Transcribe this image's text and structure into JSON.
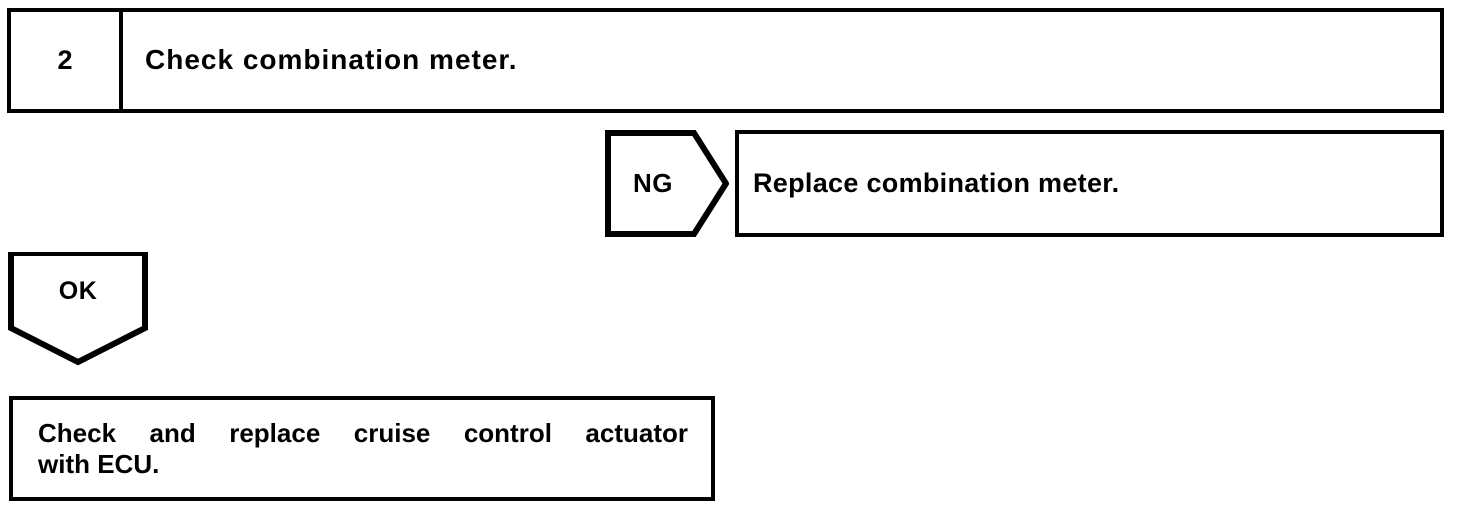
{
  "diagram": {
    "type": "troubleshooting-flowchart",
    "title": "Check combination meter diagnostic branch",
    "line_color": "#000000",
    "background_color": "#ffffff",
    "step": {
      "number": "2",
      "instruction": "Check combination meter."
    },
    "branches": [
      {
        "label": "NG",
        "direction": "right",
        "result": "Replace combination meter."
      },
      {
        "label": "OK",
        "direction": "down",
        "result": {
          "line1": "Check and replace cruise control actuator",
          "line2": "with ECU."
        }
      }
    ]
  }
}
